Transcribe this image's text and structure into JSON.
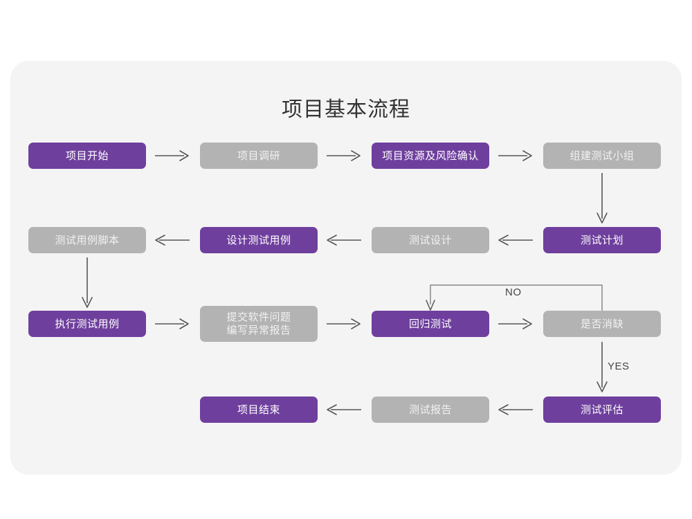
{
  "title": "项目基本流程",
  "colors": {
    "page_background": "#ffffff",
    "card_background": "#f4f4f4",
    "accent_purple": "#6f3f9e",
    "muted_gray": "#b3b3b3",
    "connector": "#555555",
    "title_text": "#333333"
  },
  "chart_data": {
    "type": "diagram",
    "title": "项目基本流程",
    "nodes": [
      {
        "id": "n1",
        "label": "项目开始",
        "style": "purple",
        "row": 1,
        "col": 1
      },
      {
        "id": "n2",
        "label": "项目调研",
        "style": "gray",
        "row": 1,
        "col": 2
      },
      {
        "id": "n3",
        "label": "项目资源及风险确认",
        "style": "purple",
        "row": 1,
        "col": 3
      },
      {
        "id": "n4",
        "label": "组建测试小组",
        "style": "gray",
        "row": 1,
        "col": 4
      },
      {
        "id": "n5",
        "label": "测试用例脚本",
        "style": "gray",
        "row": 2,
        "col": 1
      },
      {
        "id": "n6",
        "label": "设计测试用例",
        "style": "purple",
        "row": 2,
        "col": 2
      },
      {
        "id": "n7",
        "label": "测试设计",
        "style": "gray",
        "row": 2,
        "col": 3
      },
      {
        "id": "n8",
        "label": "测试计划",
        "style": "purple",
        "row": 2,
        "col": 4
      },
      {
        "id": "n9",
        "label": "执行测试用例",
        "style": "purple",
        "row": 3,
        "col": 1
      },
      {
        "id": "n10",
        "label": "提交软件问题\n编写异常报告",
        "style": "gray",
        "row": 3,
        "col": 2
      },
      {
        "id": "n11",
        "label": "回归测试",
        "style": "purple",
        "row": 3,
        "col": 3
      },
      {
        "id": "n12",
        "label": "是否消缺",
        "style": "gray",
        "row": 3,
        "col": 4
      },
      {
        "id": "n13",
        "label": "项目结束",
        "style": "purple",
        "row": 4,
        "col": 2
      },
      {
        "id": "n14",
        "label": "测试报告",
        "style": "gray",
        "row": 4,
        "col": 3
      },
      {
        "id": "n15",
        "label": "测试评估",
        "style": "purple",
        "row": 4,
        "col": 4
      }
    ],
    "edges": [
      {
        "from": "n1",
        "to": "n2",
        "label": "",
        "direction": "right"
      },
      {
        "from": "n2",
        "to": "n3",
        "label": "",
        "direction": "right"
      },
      {
        "from": "n3",
        "to": "n4",
        "label": "",
        "direction": "right"
      },
      {
        "from": "n4",
        "to": "n8",
        "label": "",
        "direction": "down"
      },
      {
        "from": "n8",
        "to": "n7",
        "label": "",
        "direction": "left"
      },
      {
        "from": "n7",
        "to": "n6",
        "label": "",
        "direction": "left"
      },
      {
        "from": "n6",
        "to": "n5",
        "label": "",
        "direction": "left"
      },
      {
        "from": "n5",
        "to": "n9",
        "label": "",
        "direction": "down"
      },
      {
        "from": "n9",
        "to": "n10",
        "label": "",
        "direction": "right"
      },
      {
        "from": "n10",
        "to": "n11",
        "label": "",
        "direction": "right"
      },
      {
        "from": "n11",
        "to": "n12",
        "label": "",
        "direction": "right"
      },
      {
        "from": "n12",
        "to": "n11",
        "label": "NO",
        "direction": "loop-up-left"
      },
      {
        "from": "n12",
        "to": "n15",
        "label": "YES",
        "direction": "down"
      },
      {
        "from": "n15",
        "to": "n14",
        "label": "",
        "direction": "left"
      },
      {
        "from": "n14",
        "to": "n13",
        "label": "",
        "direction": "left"
      }
    ],
    "edge_labels": {
      "no": "NO",
      "yes": "YES"
    }
  },
  "nodes": {
    "n1": "项目开始",
    "n2": "项目调研",
    "n3": "项目资源及风险确认",
    "n4": "组建测试小组",
    "n5": "测试用例脚本",
    "n6": "设计测试用例",
    "n7": "测试设计",
    "n8": "测试计划",
    "n9": "执行测试用例",
    "n10": "提交软件问题\n编写异常报告",
    "n11": "回归测试",
    "n12": "是否消缺",
    "n13": "项目结束",
    "n14": "测试报告",
    "n15": "测试评估"
  },
  "labels": {
    "no": "NO",
    "yes": "YES"
  }
}
